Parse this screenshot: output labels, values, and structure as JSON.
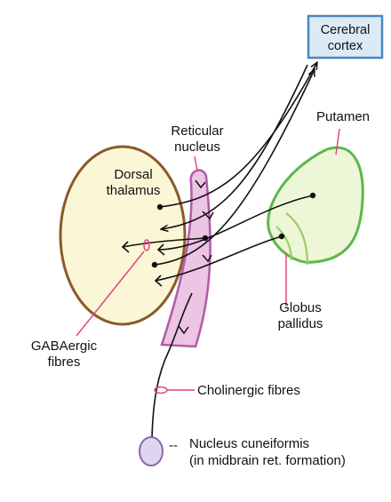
{
  "colors": {
    "thalamus_fill": "#fbf6d6",
    "thalamus_stroke": "#8a5a2b",
    "reticular_fill": "#ecc4e4",
    "reticular_stroke": "#b05ca8",
    "putamen_fill": "#eef6d8",
    "putamen_stroke": "#5cb84a",
    "pallidus_stroke": "#9ccc6a",
    "cortex_fill": "#dceaf5",
    "cortex_stroke": "#4a86c0",
    "cuneiformis_fill": "#ded6ee",
    "cuneiformis_stroke": "#8a6aaa",
    "leader_line": "#e0458a",
    "fibre": "#111111"
  },
  "labels": {
    "cortex_line1": "Cerebral",
    "cortex_line2": "cortex",
    "putamen": "Putamen",
    "reticular_line1": "Reticular",
    "reticular_line2": "nucleus",
    "thalamus_line1": "Dorsal",
    "thalamus_line2": "thalamus",
    "pallidus_line1": "Globus",
    "pallidus_line2": "pallidus",
    "gaba_line1": "GABAergic",
    "gaba_line2": "fibres",
    "cholinergic": "Cholinergic fibres",
    "cuneiformis_dash": "--",
    "cuneiformis_line1": "Nucleus cuneiformis",
    "cuneiformis_line2": "(in midbrain ret. formation)"
  }
}
